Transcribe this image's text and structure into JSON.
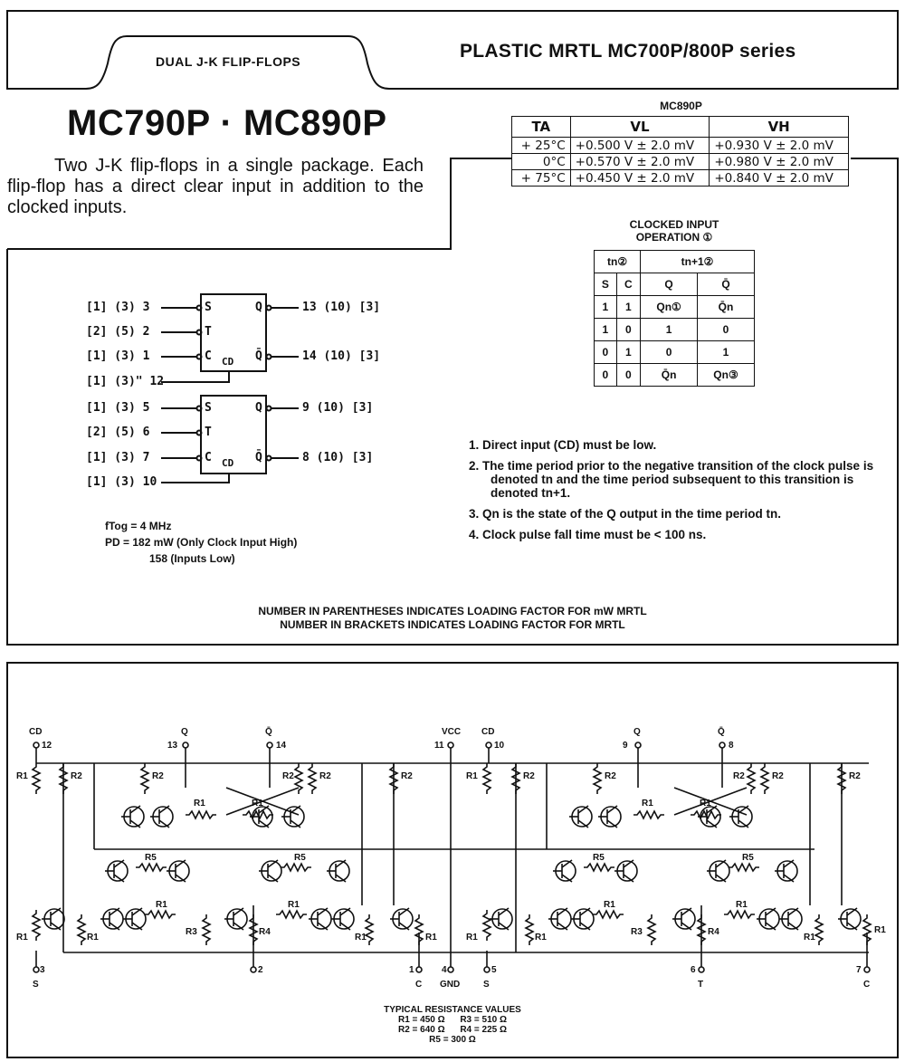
{
  "header": {
    "tab_title": "DUAL J-K FLIP-FLOPS",
    "series": "PLASTIC MRTL MC700P/800P series"
  },
  "part_numbers": "MC790P · MC890P",
  "description": "Two J-K flip-flops in a single package. Each flip-flop has a direct clear input in addition to the clocked inputs.",
  "voltage_table": {
    "caption": "MC890P",
    "headers": [
      "TA",
      "VL",
      "VH"
    ],
    "rows": [
      [
        "+ 25°C",
        "+0.500 V ± 2.0 mV",
        "+0.930 V ± 2.0 mV"
      ],
      [
        "0°C",
        "+0.570 V ± 2.0 mV",
        "+0.980 V ± 2.0 mV"
      ],
      [
        "+ 75°C",
        "+0.450 V ± 2.0 mV",
        "+0.840 V ± 2.0 mV"
      ]
    ]
  },
  "truth_table": {
    "caption_1": "CLOCKED INPUT",
    "caption_2": "OPERATION ①",
    "group_headers": [
      "tn②",
      "tn+1②"
    ],
    "col_headers": [
      "S",
      "C",
      "Q",
      "Q̄"
    ],
    "rows": [
      [
        "1",
        "1",
        "Qn①",
        "Q̄n"
      ],
      [
        "1",
        "0",
        "1",
        "0"
      ],
      [
        "0",
        "1",
        "0",
        "1"
      ],
      [
        "0",
        "0",
        "Q̄n",
        "Qn③"
      ]
    ]
  },
  "logic_diagram": {
    "ff1_inputs": [
      "[1] (3) 3",
      "[2] (5) 2",
      "[1] (3) 1",
      "[1] (3)\" 12"
    ],
    "ff1_outputs": [
      "13 (10) [3]",
      "14 (10) [3]"
    ],
    "ff2_inputs": [
      "[1] (3) 5",
      "[2] (5) 6",
      "[1] (3) 7",
      "[1] (3) 10"
    ],
    "ff2_outputs": [
      "9 (10) [3]",
      "8 (10) [3]"
    ],
    "box_labels": [
      "S",
      "T",
      "C",
      "CD",
      "Q",
      "Q̄"
    ]
  },
  "specs": {
    "ftog": "fTog = 4 MHz",
    "pd": "PD = 182 mW (Only Clock Input High)",
    "pd2": "158 (Inputs Low)"
  },
  "notes": [
    "1. Direct input (CD) must be low.",
    "2. The time period prior to the negative transition of the clock pulse is denoted tn and the time period subsequent to this transition is denoted tn+1.",
    "3. Qn is the state of the Q output in the time period tn.",
    "4. Clock pulse fall time must be < 100 ns."
  ],
  "footer_notes": [
    "NUMBER IN PARENTHESES INDICATES LOADING FACTOR FOR mW MRTL",
    "NUMBER IN BRACKETS INDICATES LOADING FACTOR FOR MRTL"
  ],
  "schematic": {
    "top_pins": [
      "CD",
      "12",
      "Q",
      "13",
      "Q̄",
      "14",
      "VCC",
      "11",
      "CD",
      "10",
      "Q",
      "9",
      "Q̄",
      "8"
    ],
    "bottom_pins": [
      "3",
      "S",
      "2",
      "1",
      "C",
      "4",
      "GND",
      "5",
      "S",
      "6",
      "T",
      "7",
      "C"
    ],
    "resistor_labels": [
      "R1",
      "R2",
      "R3",
      "R4",
      "R5"
    ],
    "resistance_title": "TYPICAL RESISTANCE VALUES",
    "resistance_values": [
      "R1 = 450 Ω      R3 = 510 Ω",
      "R2 = 640 Ω      R4 = 225 Ω",
      "R5 = 300 Ω"
    ]
  }
}
